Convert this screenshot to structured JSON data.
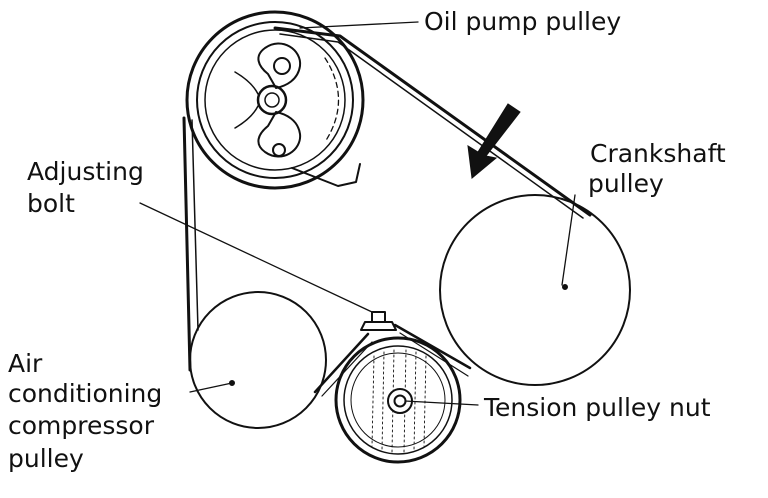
{
  "labels": {
    "oil_pump_pulley": "Oil pump pulley",
    "crankshaft_pulley_line1": "Crankshaft",
    "crankshaft_pulley_line2": "pulley",
    "adjusting_bolt_line1": "Adjusting",
    "adjusting_bolt_line2": "bolt",
    "ac_compressor_line1": "Air",
    "ac_compressor_line2": "conditioning",
    "ac_compressor_line3": "compressor",
    "ac_compressor_line4": "pulley",
    "tension_pulley_nut": "Tension pulley nut"
  },
  "colors": {
    "ink": "#111111",
    "background": "#ffffff"
  }
}
